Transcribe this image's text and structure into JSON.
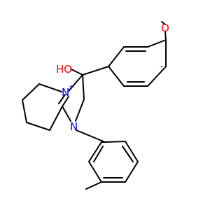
{
  "molecule": {
    "atoms": {
      "methoxy_oxygen": "O",
      "hydroxyl": "HO",
      "ring_nitrogen_cation": "N",
      "cation_charge": "+",
      "ring_nitrogen": "N"
    },
    "colors": {
      "bond": "#000000",
      "oxygen": "#ff0000",
      "nitrogen": "#0000ff"
    }
  }
}
